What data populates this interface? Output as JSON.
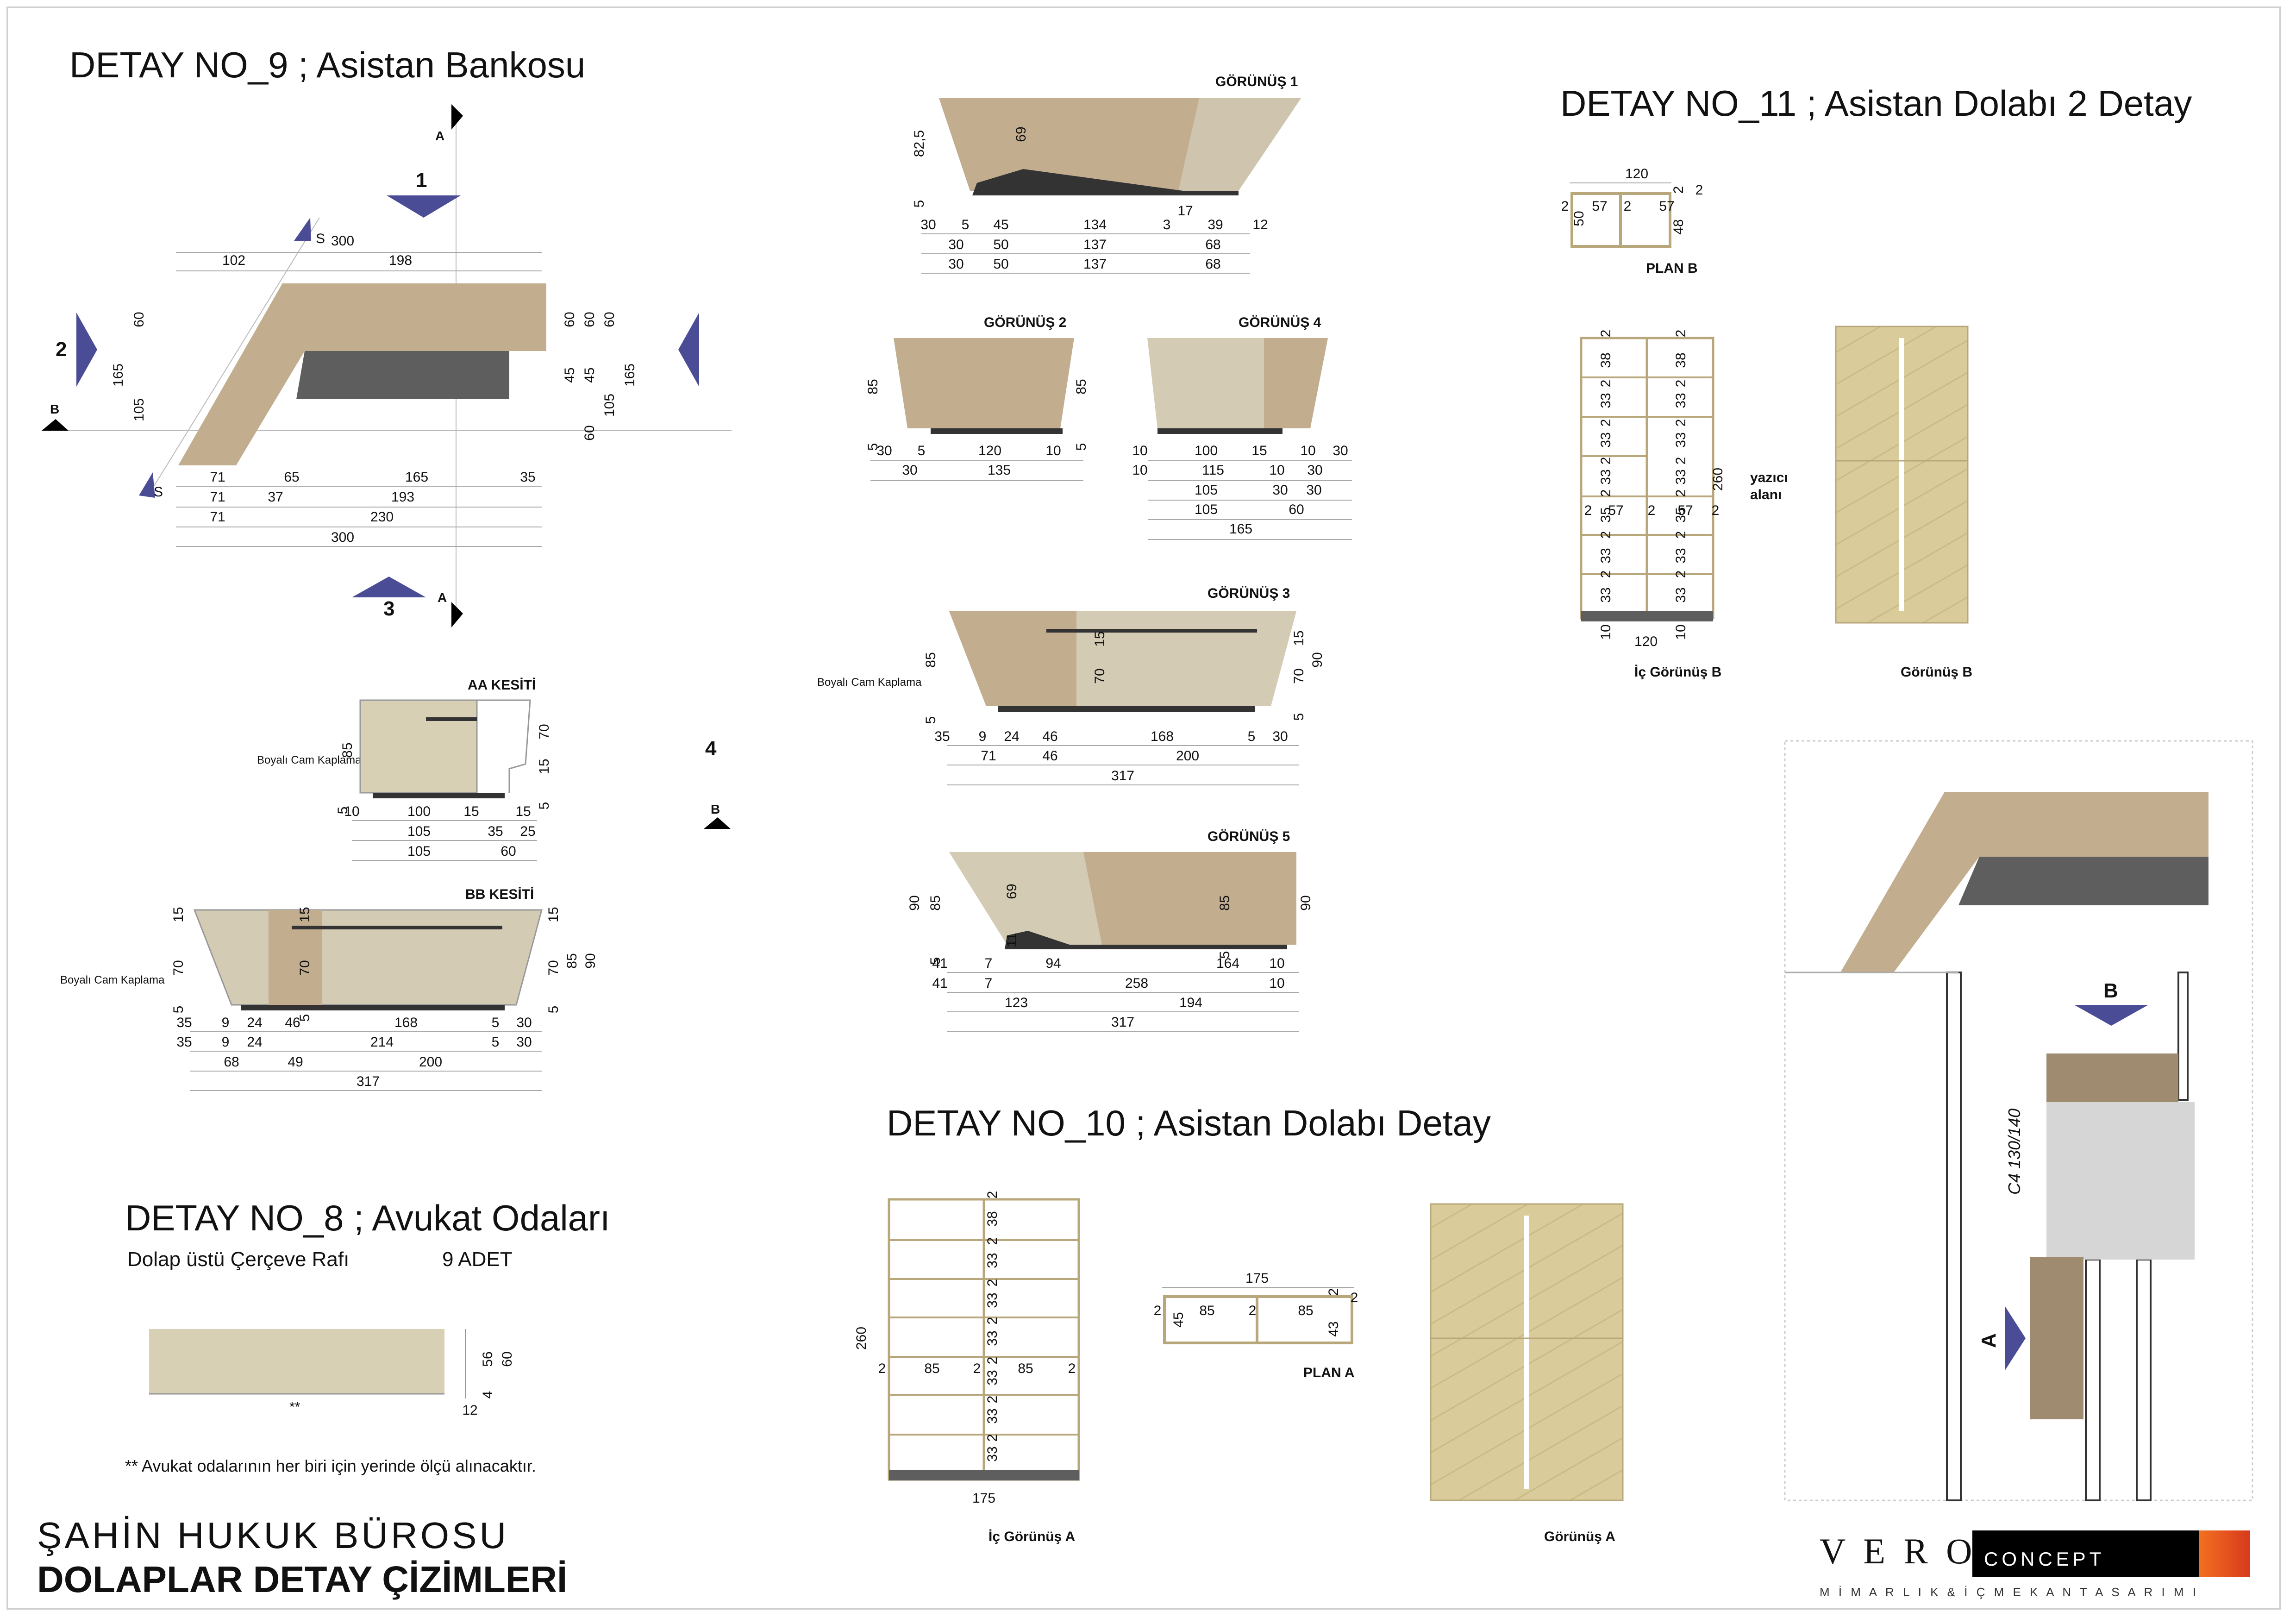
{
  "details": {
    "d9": {
      "title": "DETAY NO_9 ; Asistan Bankosu"
    },
    "d11": {
      "title": "DETAY NO_11 ; Asistan Dolabı 2 Detay"
    },
    "d10": {
      "title": "DETAY NO_10 ; Asistan Dolabı Detay"
    },
    "d8": {
      "title": "DETAY NO_8 ; Avukat Odaları",
      "item": "Dolap üstü Çerçeve Rafı",
      "qty": "9 ADET",
      "note": "** Avukat odalarının her biri için yerinde ölçü alınacaktır.",
      "marker": "**"
    }
  },
  "views": {
    "gorunus1": "GÖRÜNÜŞ 1",
    "gorunus2": "GÖRÜNÜŞ 2",
    "gorunus3": "GÖRÜNÜŞ 3",
    "gorunus4": "GÖRÜNÜŞ 4",
    "gorunus5": "GÖRÜNÜŞ 5",
    "aa": "AA KESİTİ",
    "bb": "BB KESİTİ",
    "planB": "PLAN B",
    "planA": "PLAN A",
    "icB": "İç Görünüş B",
    "gorB": "Görünüş B",
    "icA": "İç Görünüş A",
    "gorA": "Görünüş A",
    "yazici1": "yazıcı",
    "yazici2": "alanı",
    "glass": "Boyalı Cam Kaplama",
    "c4": "C4 130/140"
  },
  "markers": {
    "one": "1",
    "two": "2",
    "three": "3",
    "four": "4",
    "A": "A",
    "B": "B",
    "S": "S"
  },
  "project": {
    "name": "ŞAHİN  HUKUK  BÜROSU",
    "subtitle": "DOLAPLAR DETAY  ÇİZİMLERİ"
  },
  "logo": {
    "vero": "V E R O",
    "concept": "CONCEPT",
    "tagline": "M İ M A R L I K  &  İ Ç  M E K A N  T A S A R I M I"
  },
  "colors": {
    "wood": "#c2ad8f",
    "dark": "#5e5e5e",
    "panel": "#d8d0b4",
    "cabinet": "#d9cc9a",
    "accent": "#4b4c96",
    "brand": "#e8501c"
  },
  "dims": {
    "plan9_top": [
      "102",
      "198",
      "300"
    ],
    "plan9_bottom": [
      [
        "71",
        "65",
        "165",
        "35"
      ],
      [
        "71",
        "37",
        "193"
      ],
      [
        "71",
        "230"
      ],
      [
        "300"
      ]
    ],
    "plan9_left": [
      "60",
      "165",
      "105"
    ],
    "plan9_right": [
      "60",
      "60",
      "60",
      "45",
      "45",
      "105",
      "165",
      "60"
    ],
    "g1": [
      [
        "30",
        "5",
        "45",
        "134",
        "3",
        "39",
        "12"
      ],
      [
        "30",
        "50",
        "137",
        "68"
      ],
      [
        "30",
        "50",
        "137",
        "68"
      ],
      [
        "82,5",
        "69",
        "5",
        "17"
      ]
    ],
    "g2": [
      [
        "30",
        "5",
        "120",
        "10"
      ],
      [
        "30",
        "135"
      ],
      [
        "85",
        "85",
        "5",
        "5"
      ]
    ],
    "g4": [
      [
        "10",
        "100",
        "15",
        "10",
        "30"
      ],
      [
        "10",
        "115",
        "10",
        "30"
      ],
      [
        "105",
        "30",
        "30"
      ],
      [
        "105",
        "60"
      ],
      [
        "165"
      ]
    ],
    "g3": [
      [
        "35",
        "9",
        "24",
        "46",
        "168",
        "5",
        "30"
      ],
      [
        "71",
        "46",
        "200"
      ],
      [
        "317"
      ],
      [
        "85",
        "5",
        "15",
        "70",
        "15",
        "70",
        "90",
        "5"
      ]
    ],
    "g5": [
      [
        "41",
        "7",
        "94",
        "164",
        "10"
      ],
      [
        "41",
        "7",
        "258",
        "10"
      ],
      [
        "123",
        "194"
      ],
      [
        "317"
      ],
      [
        "90",
        "85",
        "69",
        "11",
        "85",
        "90",
        "5",
        "5"
      ]
    ],
    "aa": [
      [
        "10",
        "100",
        "15",
        "15"
      ],
      [
        "105",
        "35",
        "25"
      ],
      [
        "105",
        "60"
      ],
      [
        "85",
        "70",
        "15",
        "5",
        "5"
      ]
    ],
    "bb": [
      [
        "35",
        "9",
        "24",
        "46",
        "168",
        "5",
        "30"
      ],
      [
        "35",
        "9",
        "24",
        "214",
        "5",
        "30"
      ],
      [
        "68",
        "49",
        "200"
      ],
      [
        "317"
      ],
      [
        "15",
        "70",
        "5",
        "15",
        "70",
        "5",
        "15",
        "70",
        "5",
        "85",
        "90"
      ]
    ],
    "planB": [
      "120",
      "2",
      "57",
      "2",
      "57",
      "2",
      "50",
      "48",
      "2"
    ],
    "icB": [
      "2",
      "38",
      "2",
      "33",
      "2",
      "33",
      "2",
      "33",
      "2",
      "35",
      "2",
      "33",
      "2",
      "33",
      "10",
      "120",
      "10",
      "260",
      "57",
      "2",
      "57"
    ],
    "planA": [
      "175",
      "2",
      "85",
      "2",
      "85",
      "2",
      "45",
      "43",
      "2"
    ],
    "icA": [
      "2",
      "38",
      "2",
      "33",
      "2",
      "33",
      "2",
      "33",
      "2",
      "33",
      "2",
      "33",
      "2",
      "33",
      "2",
      "85",
      "2",
      "85",
      "2",
      "260",
      "175"
    ],
    "d8": [
      "56",
      "60",
      "4",
      "12"
    ]
  }
}
